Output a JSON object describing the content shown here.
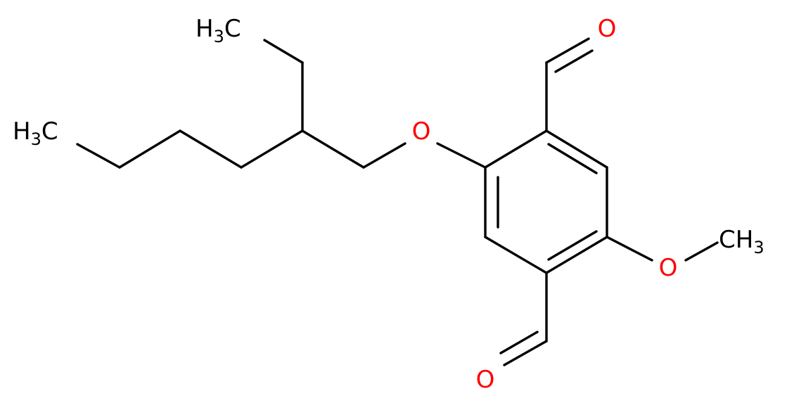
{
  "molecule": {
    "atom_labels": {
      "methyl_top": {
        "main": "H",
        "sub": "3",
        "tail": "C"
      },
      "methyl_left": {
        "main": "H",
        "sub": "3",
        "tail": "C"
      },
      "methyl_right": {
        "main": "CH",
        "sub": "3"
      },
      "o_ether": "O",
      "o_aldehyde_top": "O",
      "o_aldehyde_bottom": "O",
      "o_methoxy": "O"
    },
    "colors": {
      "bond": "#000000",
      "carbon_label": "#000000",
      "oxygen_label": "#ff0000"
    }
  }
}
